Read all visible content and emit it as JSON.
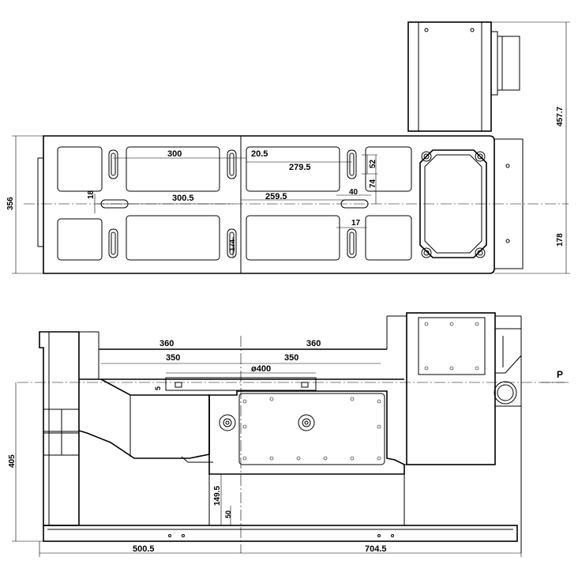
{
  "top_view": {
    "dims": {
      "d300": "300",
      "d20_5": "20.5",
      "d279_5": "279.5",
      "d52": "52",
      "d74": "74",
      "d40": "40",
      "d18": "18",
      "d300_5": "300.5",
      "d259_5": "259.5",
      "d17": "17",
      "d356": "356",
      "d457_7": "457.7",
      "d178": "178",
      "d174": "174"
    }
  },
  "front_view": {
    "dims": {
      "d360_left": "360",
      "d360_right": "360",
      "d350_left": "350",
      "d350_right": "350",
      "d400": "ø400",
      "d5": "5",
      "d405": "405",
      "d149_5": "149.5",
      "d50": "50",
      "d500_5": "500.5",
      "d704_5": "704.5"
    },
    "label_p": "P"
  }
}
